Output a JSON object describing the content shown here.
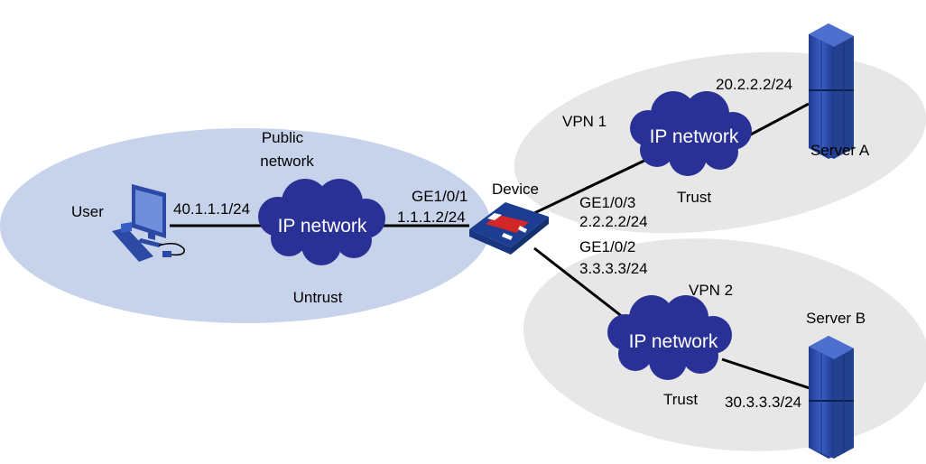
{
  "colors": {
    "public_zone": "#c7d3ea",
    "vpn_zone": "#e7e7e7",
    "cloud": "#2a3196",
    "device_body": "#2b52b5",
    "device_bar": "#d32727",
    "server": "#2c49a6",
    "pc": "#2c49a6",
    "link": "#000000"
  },
  "zones": {
    "public": {
      "title_line1": "Public",
      "title_line2": "network",
      "trust_label": "Untrust"
    },
    "vpn1": {
      "title": "VPN 1",
      "trust_label": "Trust"
    },
    "vpn2": {
      "title": "VPN 2",
      "trust_label": "Trust"
    }
  },
  "clouds": {
    "public": {
      "label": "IP network"
    },
    "vpn1": {
      "label": "IP network"
    },
    "vpn2": {
      "label": "IP network"
    }
  },
  "nodes": {
    "user": {
      "label": "User",
      "icon": "pc-icon"
    },
    "device": {
      "label": "Device",
      "icon": "firewall-icon"
    },
    "server_a": {
      "label": "Server A",
      "icon": "server-icon"
    },
    "server_b": {
      "label": "Server B",
      "icon": "server-icon"
    }
  },
  "addresses": {
    "user_ip": "40.1.1.1/24",
    "ge1_port": "GE1/0/1",
    "ge1_ip": "1.1.1.2/24",
    "ge3_port": "GE1/0/3",
    "ge3_ip": "2.2.2.2/24",
    "ge2_port": "GE1/0/2",
    "ge2_ip": "3.3.3.3/24",
    "server_a_ip": "20.2.2.2/24",
    "server_b_ip": "30.3.3.3/24"
  }
}
